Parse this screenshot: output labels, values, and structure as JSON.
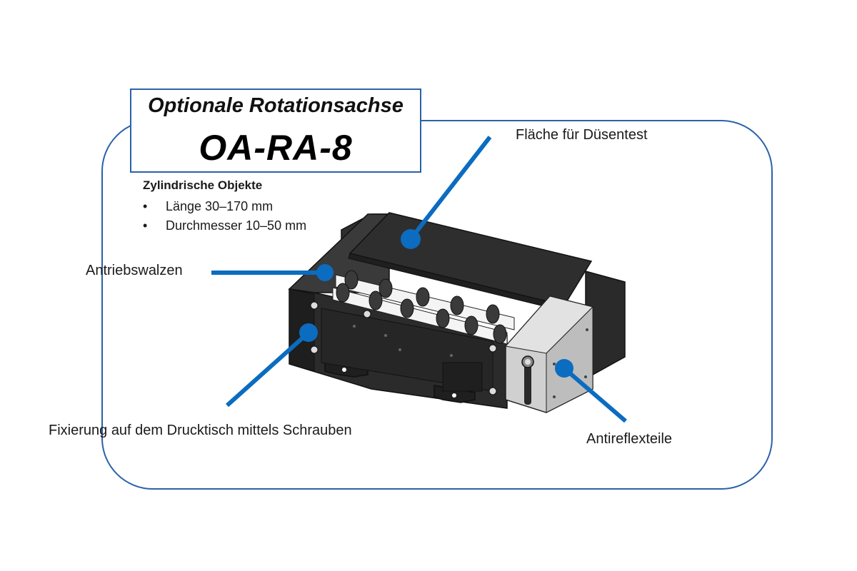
{
  "title": {
    "line1": "Optionale Rotationsachse",
    "line2": "OA-RA-8"
  },
  "specs": {
    "heading": "Zylindrische Objekte",
    "items": [
      "Länge 30–170 mm",
      "Durchmesser 10–50 mm"
    ]
  },
  "callouts": {
    "nozzle_test_area": "Fläche für Düsentest",
    "drive_rollers": "Antriebswalzen",
    "mounting": "Fixierung auf dem Drucktisch mittels Schrauben",
    "anti_reflex": "Antireflexteile"
  },
  "colors": {
    "accent": "#0b6cc0",
    "frame": "#2a62a8",
    "body_dark": "#2b2b2b",
    "roller_light": "#f4f4f4",
    "plate_gray": "#c9c9c9"
  }
}
